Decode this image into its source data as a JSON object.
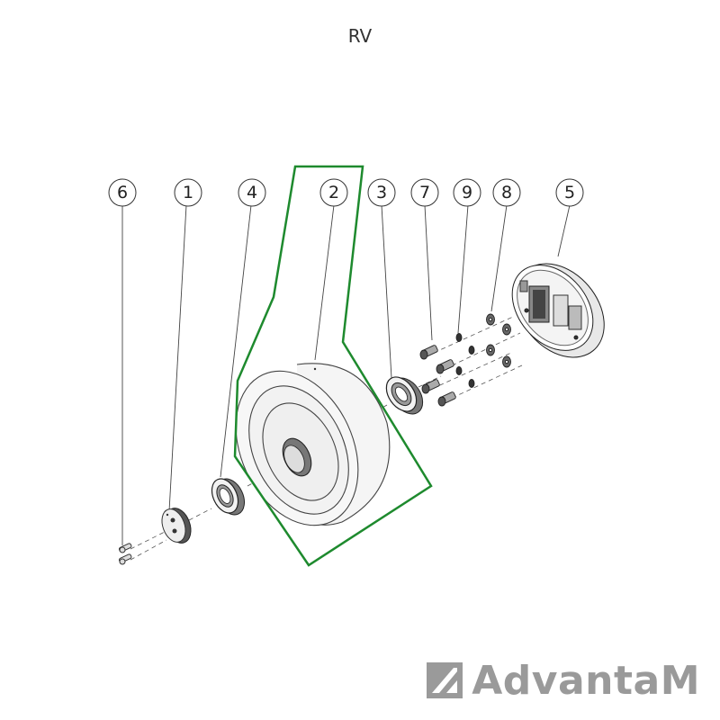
{
  "title": "RV",
  "callouts": [
    "6",
    "1",
    "4",
    "2",
    "3",
    "7",
    "9",
    "8",
    "5"
  ],
  "brand": {
    "name": "AdvantaM",
    "color": "#9a9a9a"
  },
  "highlight_color": "#1e8a2e",
  "parts": [
    "screws",
    "hub-cap",
    "bearing",
    "wheel",
    "bearing",
    "bolts",
    "washers",
    "nuts",
    "bracket"
  ]
}
